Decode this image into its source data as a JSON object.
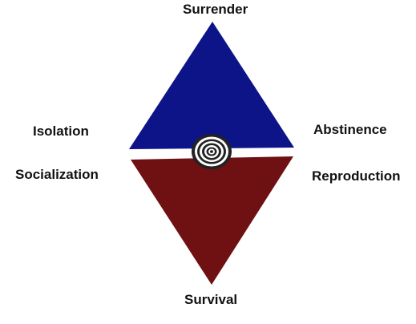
{
  "labels": {
    "top": "Surrender",
    "bottom": "Survival",
    "upper_left": "Isolation",
    "lower_left": "Socialization",
    "upper_right": "Abstinence",
    "lower_right": "Reproduction"
  },
  "colors": {
    "upper_triangle": "#0d1488",
    "lower_triangle": "#6f1012",
    "spiral_dark": "#222222",
    "spiral_light": "#ffffff"
  },
  "icons": {
    "center": "spiral-icon"
  }
}
